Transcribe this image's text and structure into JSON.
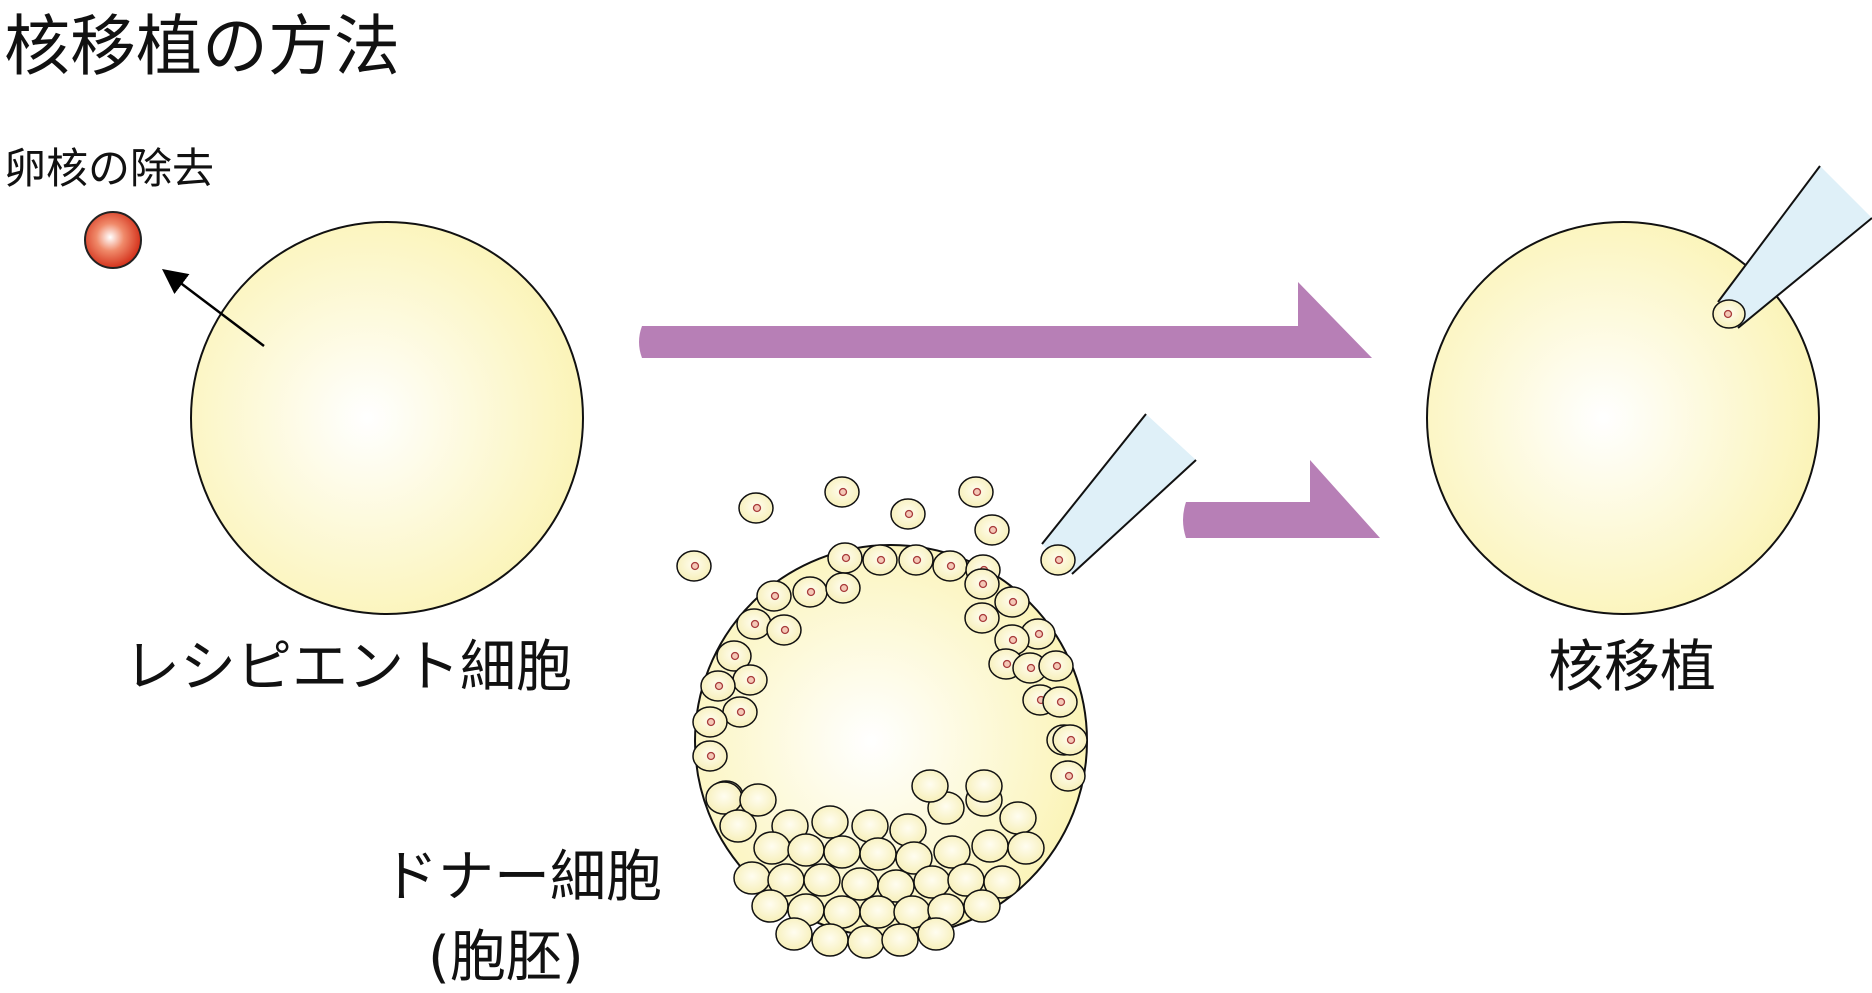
{
  "title": "核移植の方法",
  "enucleation_label": "卵核の除去",
  "recipient_label": "レシピエント細胞",
  "transfer_label": "核移植",
  "donor_label": "ドナー細胞",
  "blastocyst_label": "(胞胚)",
  "colors": {
    "cell_fill_center": "#ffffff",
    "cell_fill_edge": "#fbf4b8",
    "arrow": "#b77fb6",
    "pipette": "#dff0f8",
    "nucleus": "#d9452a",
    "small_nucleus": "#a83b3b"
  }
}
